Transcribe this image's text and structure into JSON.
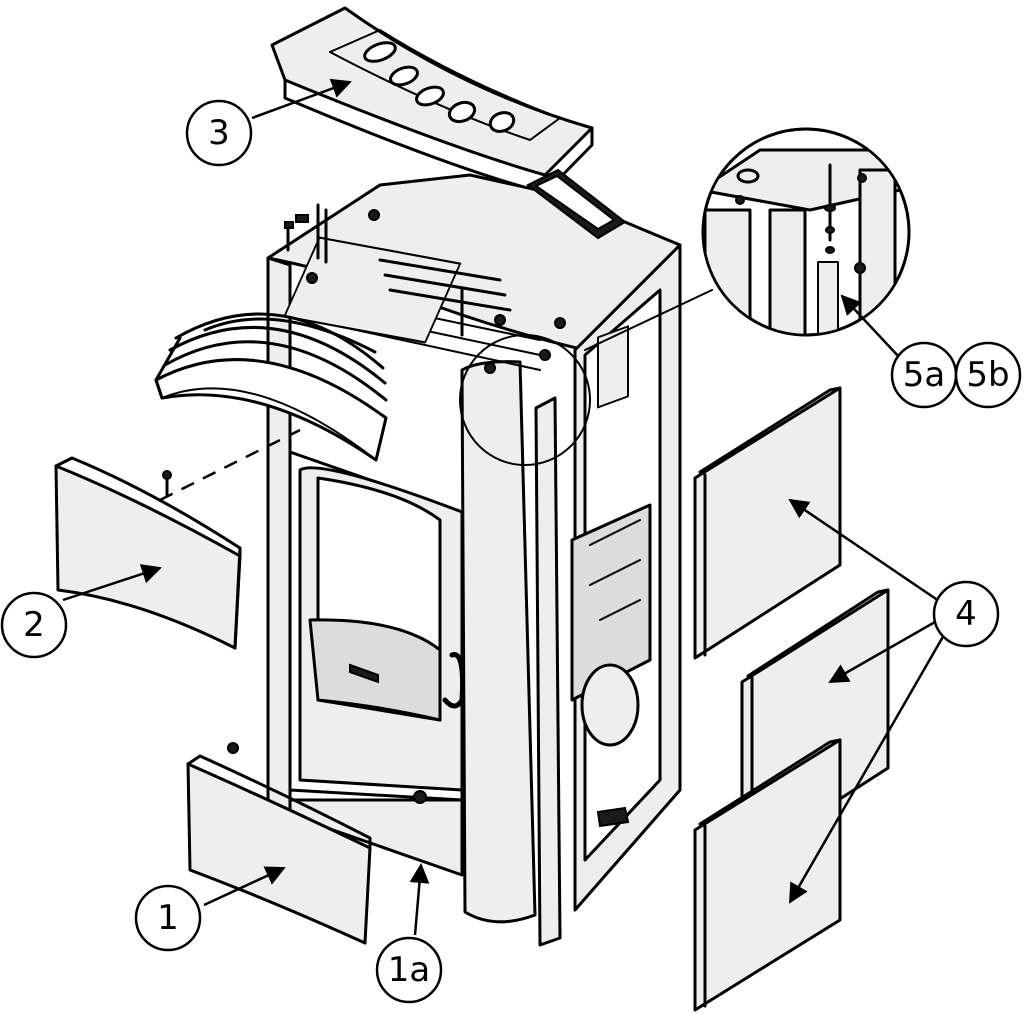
{
  "diagram": {
    "callouts": [
      {
        "id": "c1",
        "label": "1"
      },
      {
        "id": "c1a",
        "label": "1a"
      },
      {
        "id": "c2",
        "label": "2"
      },
      {
        "id": "c3",
        "label": "3"
      },
      {
        "id": "c4",
        "label": "4"
      },
      {
        "id": "c5a",
        "label": "5a"
      },
      {
        "id": "c5b",
        "label": "5b"
      }
    ]
  }
}
